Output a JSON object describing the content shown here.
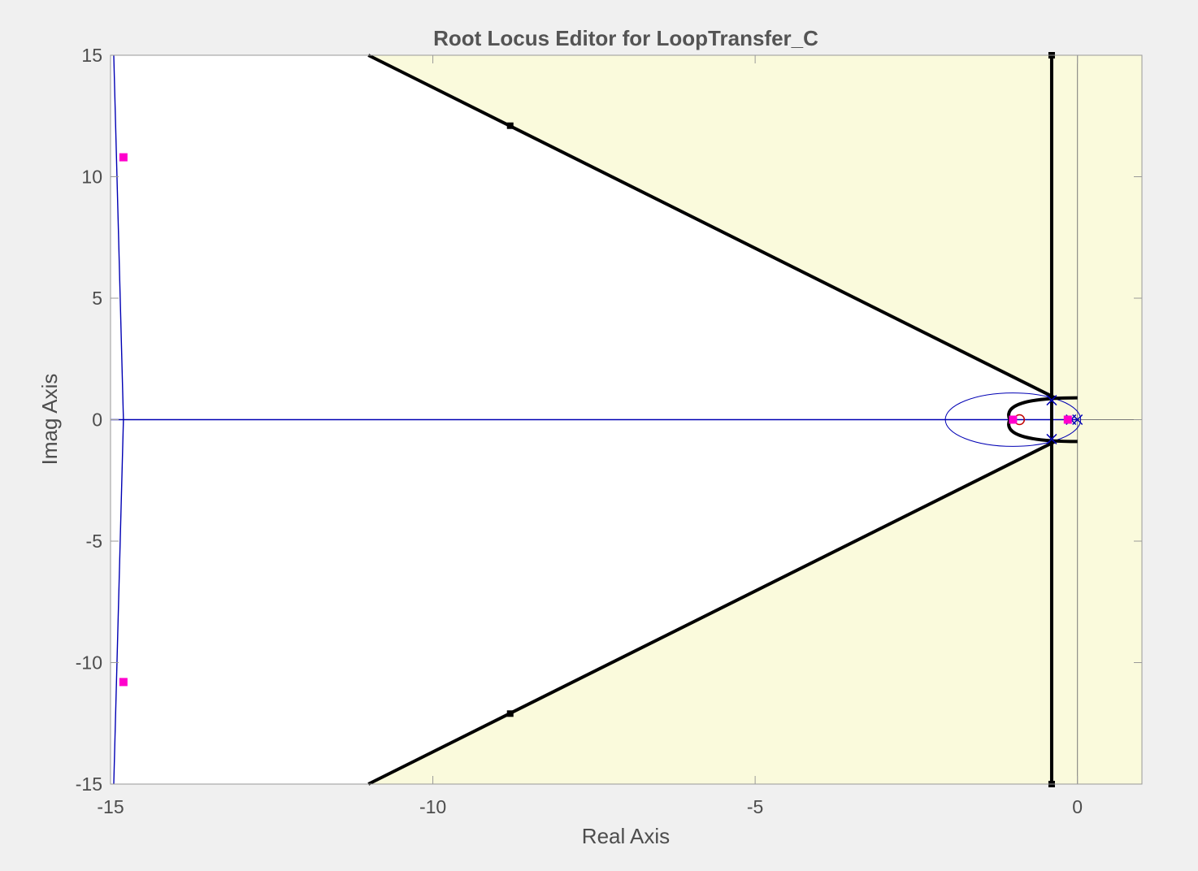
{
  "chart_data": {
    "type": "scatter",
    "title": "Root Locus Editor for LoopTransfer_C",
    "xlabel": "Real Axis",
    "ylabel": "Imag Axis",
    "xlim": [
      -15,
      1
    ],
    "ylim": [
      -15,
      15
    ],
    "xticks": [
      -15,
      -10,
      -5,
      0
    ],
    "yticks": [
      -15,
      -10,
      -5,
      0,
      5,
      10,
      15
    ],
    "xtick_labels": [
      "-15",
      "-10",
      "-5",
      "0"
    ],
    "ytick_labels": [
      "-15",
      "-10",
      "-5",
      "0",
      "5",
      "10",
      "15"
    ],
    "grid": false,
    "design_region": {
      "color": "#fafadc",
      "settling_time_sigma": -0.4,
      "damping_lines": [
        {
          "from": [
            -11,
            15
          ],
          "to": [
            -0.35,
            0.9
          ]
        },
        {
          "from": [
            -11,
            -15
          ],
          "to": [
            -0.35,
            -0.9
          ]
        }
      ],
      "markers": [
        [
          -8.8,
          12.1
        ],
        [
          -8.8,
          -12.1
        ],
        [
          -0.4,
          15
        ],
        [
          -0.4,
          -15
        ]
      ]
    },
    "root_locus_branches": [
      {
        "points": [
          [
            -14.95,
            -15
          ],
          [
            -14.85,
            -5
          ],
          [
            -14.8,
            0
          ],
          [
            -14.85,
            5
          ],
          [
            -14.95,
            15
          ]
        ]
      },
      {
        "points": [
          [
            -15,
            0
          ],
          [
            0,
            0
          ]
        ]
      },
      {
        "type": "ellipse",
        "center": [
          -1.0,
          0
        ],
        "radii": [
          1.05,
          1.1
        ]
      }
    ],
    "branch_color": "#0000b4",
    "open_loop_poles": [
      [
        0,
        0
      ],
      [
        -0.1,
        0
      ],
      [
        -0.4,
        0.8
      ],
      [
        -0.4,
        -0.8
      ]
    ],
    "open_loop_zeros": [
      [
        -0.9,
        0
      ]
    ],
    "closed_loop_poles": [
      [
        -14.8,
        10.8
      ],
      [
        -14.8,
        -10.8
      ],
      [
        -1.0,
        0
      ],
      [
        -0.15,
        0
      ]
    ],
    "closed_loop_pole_color": "#ff00cc"
  }
}
